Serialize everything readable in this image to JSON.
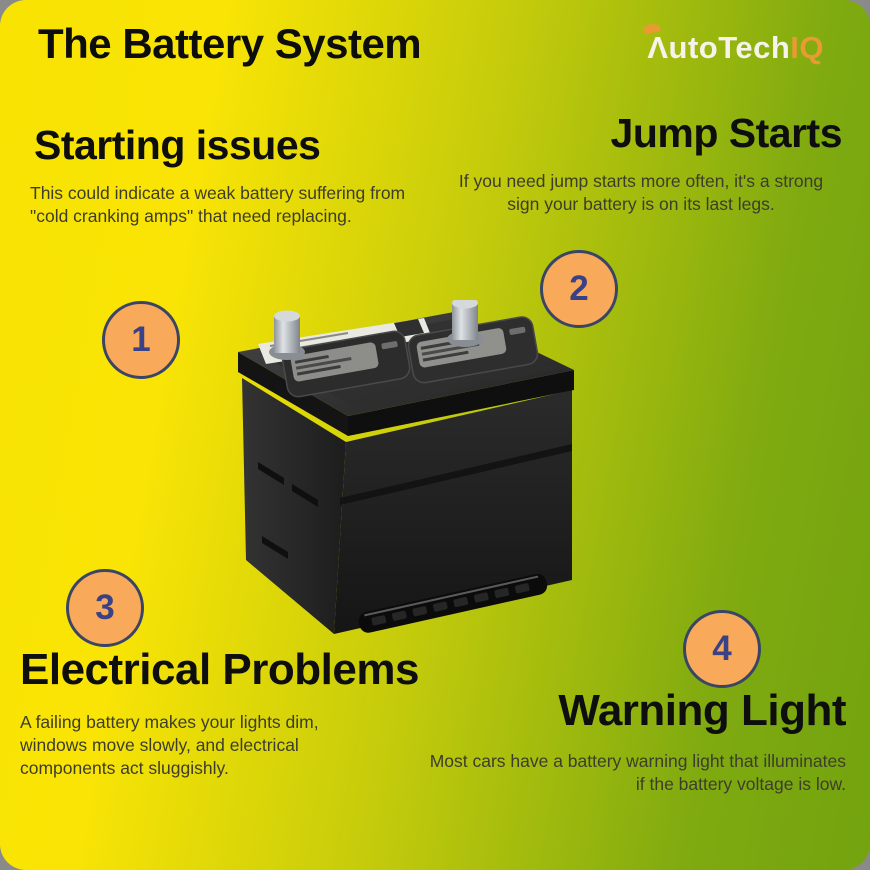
{
  "page": {
    "title": "The Battery System",
    "background_gradient": [
      "#F8E303",
      "#C6CC0B",
      "#73A30F"
    ],
    "outside_color": "#8a8a8a"
  },
  "logo": {
    "first_letter": "Λ",
    "text_white": "utoTech",
    "text_orange": "IQ",
    "white_color": "#F5F3EA",
    "orange_color": "#E89A33"
  },
  "badges": {
    "fill": "#F8A95A",
    "border": "#3A4565",
    "number_color": "#3A4184"
  },
  "sections": [
    {
      "number": "1",
      "heading": "Starting issues",
      "body": "This could indicate a weak battery suffering from \"cold cranking amps\" that need replacing."
    },
    {
      "number": "2",
      "heading": "Jump Starts",
      "body": "If you need jump starts more often, it's a strong sign your battery is on its last legs."
    },
    {
      "number": "3",
      "heading": "Electrical Problems",
      "body": "A failing battery makes your lights dim, windows move slowly, and electrical components act sluggishly."
    },
    {
      "number": "4",
      "heading": "Warning Light",
      "body": "Most cars have a battery warning light that illuminates if the battery voltage is low."
    }
  ],
  "illustration": {
    "name": "car-battery"
  }
}
